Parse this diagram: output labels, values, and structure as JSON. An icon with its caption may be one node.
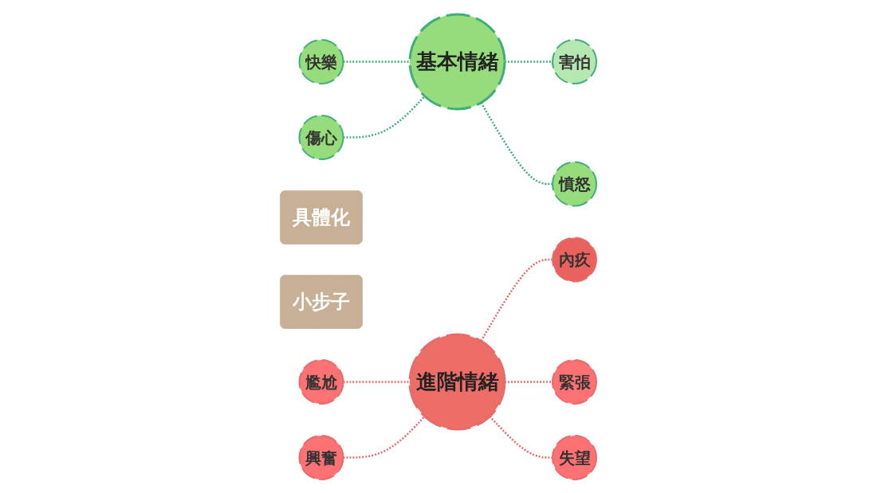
{
  "diagram": {
    "nodes": [
      {
        "text": [
          "基本情緒"
        ]
      },
      {
        "text": [
          "快樂"
        ]
      },
      {
        "text": [
          "害怕"
        ]
      },
      {
        "text": [
          "傷心"
        ]
      },
      {
        "text": [
          "憤怒"
        ]
      },
      {
        "text": [
          "具體化"
        ]
      },
      {
        "text": [
          "小步子"
        ]
      },
      {
        "text": [
          "進階情緒"
        ]
      },
      {
        "text": [
          "尷尬"
        ]
      },
      {
        "text": [
          "內疚"
        ]
      },
      {
        "text": [
          "興奮"
        ]
      },
      {
        "text": [
          "緊張"
        ]
      },
      {
        "text": [
          "失望"
        ]
      }
    ],
    "edges": [
      {
        "from": 1,
        "to": 0,
        "arrow": "none",
        "style": "dashed",
        "color": "#3db07a"
      },
      {
        "from": 0,
        "to": 2,
        "arrow": "none",
        "style": "dashed",
        "color": "#3db07a"
      },
      {
        "from": 3,
        "to": 0,
        "arrow": "none",
        "style": "dashed",
        "color": "#3db07a"
      },
      {
        "from": 0,
        "to": 4,
        "arrow": "none",
        "style": "dashed",
        "color": "#3db07a"
      },
      {
        "from": 8,
        "to": 7,
        "arrow": "none",
        "style": "dashed",
        "color": "#e86a6a"
      },
      {
        "from": 7,
        "to": 9,
        "arrow": "none",
        "style": "dashed",
        "color": "#e86a6a"
      },
      {
        "from": 10,
        "to": 7,
        "arrow": "none",
        "style": "dashed",
        "color": "#e86a6a"
      },
      {
        "from": 7,
        "to": 11,
        "arrow": "none",
        "style": "dashed",
        "color": "#e86a6a"
      },
      {
        "from": 7,
        "to": 12,
        "arrow": "none",
        "style": "dashed",
        "color": "#e86a6a"
      }
    ]
  }
}
